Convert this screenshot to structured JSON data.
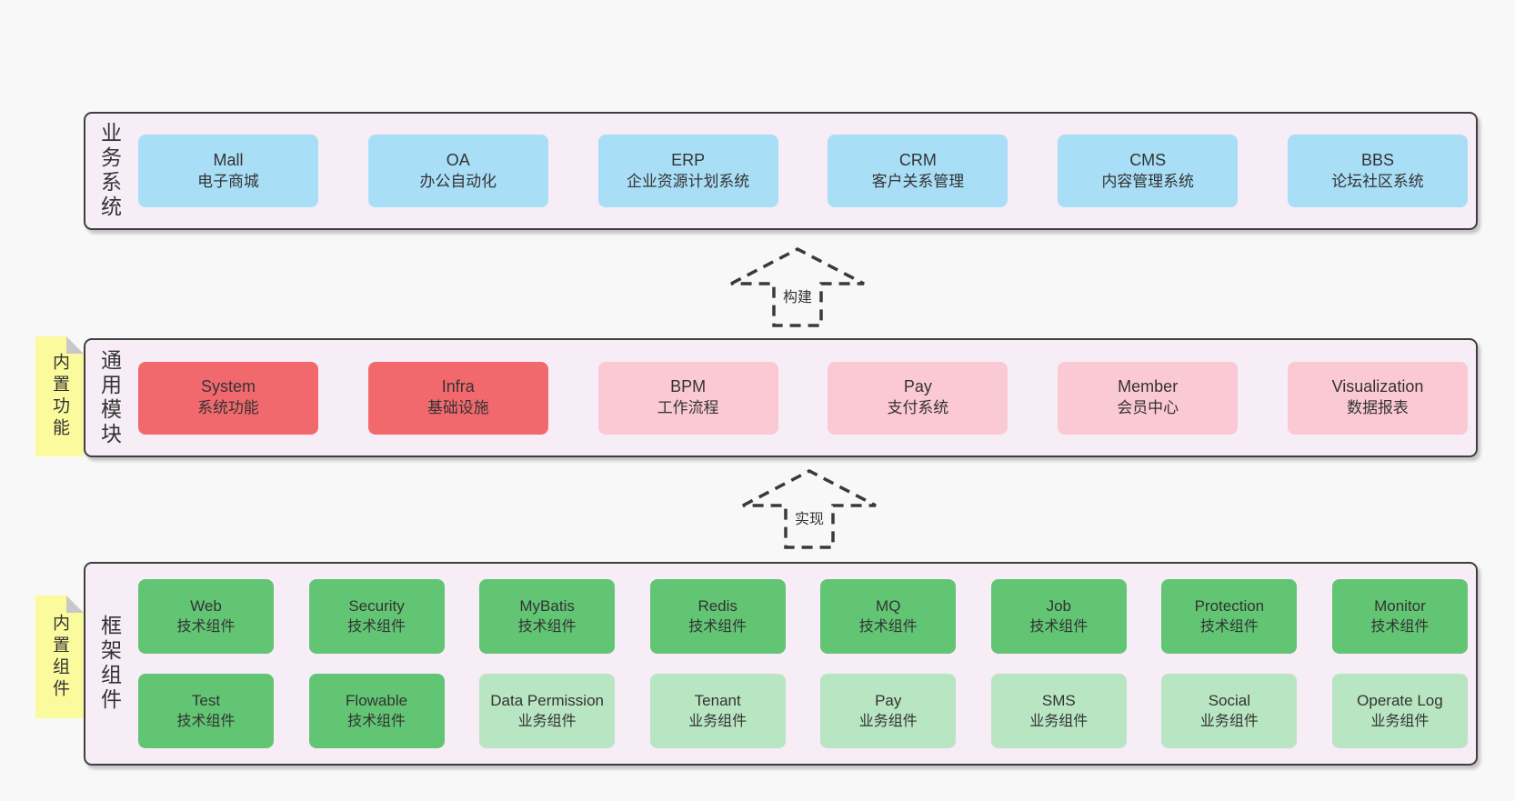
{
  "colors": {
    "page_bg": "#f8f8f8",
    "band_bg": "#f7edf6",
    "band_border": "#3f3f3f",
    "box_blue": "#a9def7",
    "box_red": "#f2696d",
    "box_pink": "#fbc9d3",
    "box_green": "#62c574",
    "box_light_green": "#b8e5c2",
    "note_yellow": "#fbfa9d",
    "note_fold": "#c8c8c8",
    "text": "#333333",
    "arrow_stroke": "#3a3a3a"
  },
  "arrows": [
    {
      "label": "构建"
    },
    {
      "label": "实现"
    }
  ],
  "notes": [
    {
      "label": "内置功能"
    },
    {
      "label": "内置组件"
    }
  ],
  "bands": [
    {
      "label": "业务系统",
      "boxes": [
        {
          "title": "Mall",
          "subtitle": "电子商城"
        },
        {
          "title": "OA",
          "subtitle": "办公自动化"
        },
        {
          "title": "ERP",
          "subtitle": "企业资源计划系统"
        },
        {
          "title": "CRM",
          "subtitle": "客户关系管理"
        },
        {
          "title": "CMS",
          "subtitle": "内容管理系统"
        },
        {
          "title": "BBS",
          "subtitle": "论坛社区系统"
        }
      ]
    },
    {
      "label": "通用模块",
      "boxes": [
        {
          "title": "System",
          "subtitle": "系统功能"
        },
        {
          "title": "Infra",
          "subtitle": "基础设施"
        },
        {
          "title": "BPM",
          "subtitle": "工作流程"
        },
        {
          "title": "Pay",
          "subtitle": "支付系统"
        },
        {
          "title": "Member",
          "subtitle": "会员中心"
        },
        {
          "title": "Visualization",
          "subtitle": "数据报表"
        }
      ]
    },
    {
      "label": "框架组件",
      "rows": [
        [
          {
            "title": "Web",
            "subtitle": "技术组件"
          },
          {
            "title": "Security",
            "subtitle": "技术组件"
          },
          {
            "title": "MyBatis",
            "subtitle": "技术组件"
          },
          {
            "title": "Redis",
            "subtitle": "技术组件"
          },
          {
            "title": "MQ",
            "subtitle": "技术组件"
          },
          {
            "title": "Job",
            "subtitle": "技术组件"
          },
          {
            "title": "Protection",
            "subtitle": "技术组件"
          },
          {
            "title": "Monitor",
            "subtitle": "技术组件"
          }
        ],
        [
          {
            "title": "Test",
            "subtitle": "技术组件"
          },
          {
            "title": "Flowable",
            "subtitle": "技术组件"
          },
          {
            "title": "Data Permission",
            "subtitle": "业务组件"
          },
          {
            "title": "Tenant",
            "subtitle": "业务组件"
          },
          {
            "title": "Pay",
            "subtitle": "业务组件"
          },
          {
            "title": "SMS",
            "subtitle": "业务组件"
          },
          {
            "title": "Social",
            "subtitle": "业务组件"
          },
          {
            "title": "Operate Log",
            "subtitle": "业务组件"
          }
        ]
      ]
    }
  ]
}
